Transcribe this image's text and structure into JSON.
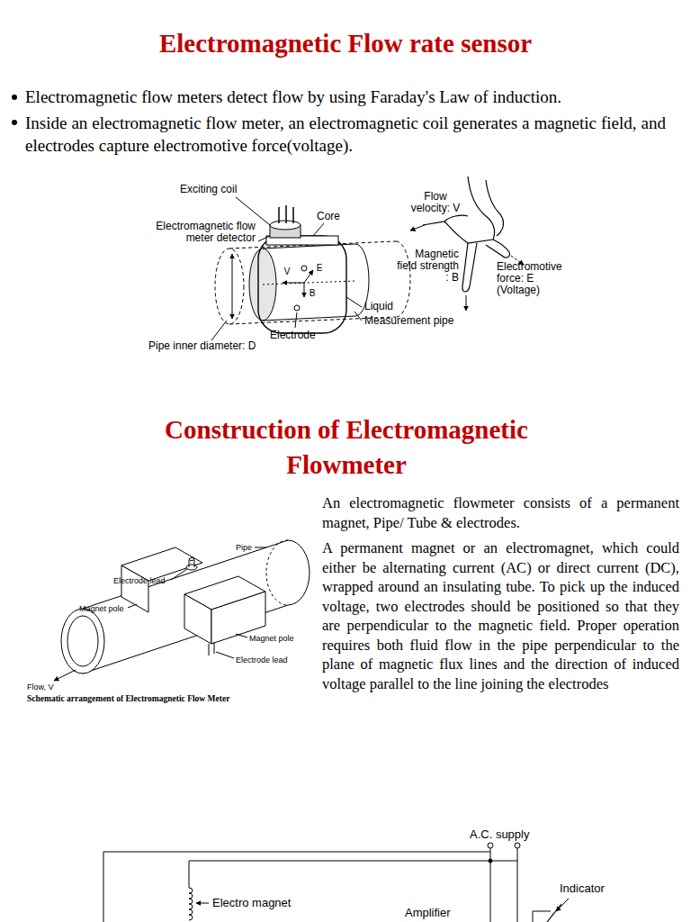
{
  "diagram": {
    "title": "Electromagnetic Flow rate sensor",
    "caption": "Schematic arrangement of Electromagnetic Flow Meter",
    "labels": [
      "Electromagnetic flow meters detect flow by using Faraday's Law of induction.",
      "Inside an electromagnetic flow meter, an electromagnetic coil generates a magnetic field, and electrodes capture electromotive force(voltage).",
      "Exciting coil",
      "Electromagnetic flow meter detector",
      "Core",
      "Flow velocity: V",
      "Magnetic field strength : B",
      "Electromotive force: E (Voltage)",
      "V",
      "E",
      "B",
      "Liquid",
      "Measurement pipe",
      "Electrode",
      "Pipe inner diameter: D",
      "Construction of Electromagnetic Flowmeter",
      "Pipe",
      "Electrode lead",
      "Magnet pole",
      "Magnet pole",
      "Electrode lead",
      "Flow, V",
      "An electromagnetic flowmeter consists of a permanent magnet, Pipe/ Tube & electrodes.",
      "A permanent magnet or an electromagnet, which could either be alternating current (AC) or direct current (DC), wrapped around an insulating tube. To pick up the induced voltage, two electrodes should be positioned so that they are perpendicular to the magnetic field. Proper operation requires both fluid flow in the pipe perpendicular to the plane of magnetic flux lines and the direction of induced voltage parallel to the line joining the electrodes",
      "A.C. supply",
      "Electro magnet",
      "Amplifier",
      "Indicator"
    ]
  }
}
